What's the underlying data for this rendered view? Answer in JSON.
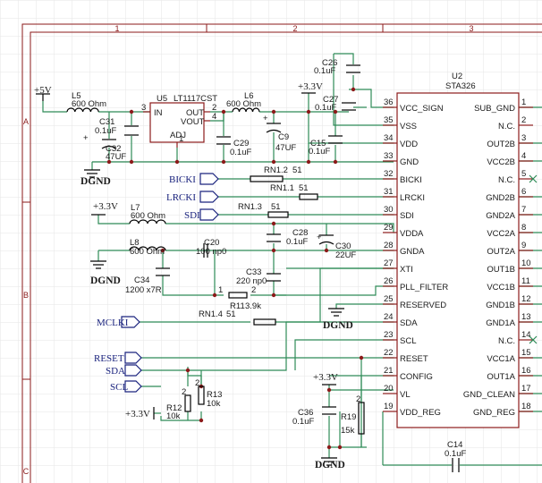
{
  "frame": {
    "columns": [
      "1",
      "2",
      "3"
    ],
    "rows": [
      "A",
      "B",
      "C"
    ]
  },
  "power": {
    "p5v": "+5V",
    "p33a": "+3.3V",
    "p33b": "+3.3V",
    "p33c": "+3.3V",
    "p33d": "+3.3V",
    "gnd": "DGND"
  },
  "ic_u2": {
    "ref": "U2",
    "part": "STA326",
    "left_pins": [
      {
        "num": "36",
        "name": "VCC_SIGN"
      },
      {
        "num": "35",
        "name": "VSS"
      },
      {
        "num": "34",
        "name": "VDD"
      },
      {
        "num": "33",
        "name": "GND"
      },
      {
        "num": "32",
        "name": "BICKI"
      },
      {
        "num": "31",
        "name": "LRCKI"
      },
      {
        "num": "30",
        "name": "SDI"
      },
      {
        "num": "29",
        "name": "VDDA"
      },
      {
        "num": "28",
        "name": "GNDA"
      },
      {
        "num": "27",
        "name": "XTI"
      },
      {
        "num": "26",
        "name": "PLL_FILTER"
      },
      {
        "num": "25",
        "name": "RESERVED"
      },
      {
        "num": "24",
        "name": "SDA"
      },
      {
        "num": "23",
        "name": "SCL"
      },
      {
        "num": "22",
        "name": "RESET"
      },
      {
        "num": "21",
        "name": "CONFIG"
      },
      {
        "num": "20",
        "name": "VL"
      },
      {
        "num": "19",
        "name": "VDD_REG"
      }
    ],
    "right_pins": [
      {
        "num": "1",
        "name": "SUB_GND"
      },
      {
        "num": "2",
        "name": "N.C."
      },
      {
        "num": "3",
        "name": "OUT2B"
      },
      {
        "num": "4",
        "name": "VCC2B"
      },
      {
        "num": "5",
        "name": "N.C."
      },
      {
        "num": "6",
        "name": "GND2B"
      },
      {
        "num": "7",
        "name": "GND2A"
      },
      {
        "num": "8",
        "name": "VCC2A"
      },
      {
        "num": "9",
        "name": "OUT2A"
      },
      {
        "num": "10",
        "name": "OUT1B"
      },
      {
        "num": "11",
        "name": "VCC1B"
      },
      {
        "num": "12",
        "name": "GND1B"
      },
      {
        "num": "13",
        "name": "GND1A"
      },
      {
        "num": "14",
        "name": "N.C."
      },
      {
        "num": "15",
        "name": "VCC1A"
      },
      {
        "num": "16",
        "name": "OUT1A"
      },
      {
        "num": "17",
        "name": "GND_CLEAN"
      },
      {
        "num": "18",
        "name": "GND_REG"
      }
    ]
  },
  "ic_u5": {
    "ref": "U5",
    "part": "LT1117CST",
    "pin_in": "IN",
    "pin_out": "OUT",
    "pin_vout": "VOUT",
    "pin_adj": "ADJ",
    "num_in": "3",
    "num_out": "2",
    "num_vout": "4",
    "num_adj": "1"
  },
  "parts": {
    "l5": {
      "ref": "L5",
      "val": "600 Ohm"
    },
    "l6": {
      "ref": "L6",
      "val": "600 Ohm"
    },
    "l7": {
      "ref": "L7",
      "val": "600 Ohm"
    },
    "l8": {
      "ref": "L8",
      "val": "600 Ohm"
    },
    "c26": {
      "ref": "C26",
      "val": "0.1uF"
    },
    "c27": {
      "ref": "C27",
      "val": "0.1uF"
    },
    "c31": {
      "ref": "C31",
      "val": "0.1uF"
    },
    "c32": {
      "ref": "C32",
      "val": "47UF"
    },
    "c29": {
      "ref": "C29",
      "val": "0.1uF"
    },
    "c9": {
      "ref": "C9",
      "val": "47UF"
    },
    "c15": {
      "ref": "C15",
      "val": "0.1uF"
    },
    "c28": {
      "ref": "C28",
      "val": "0.1uF"
    },
    "c30": {
      "ref": "C30",
      "val": "22UF"
    },
    "c20": {
      "ref": "C20",
      "val": "100 np0"
    },
    "c33": {
      "ref": "C33",
      "val": "220 np0"
    },
    "c34": {
      "ref": "C34",
      "val": "1200 x7R"
    },
    "c36": {
      "ref": "C36",
      "val": "0.1uF"
    },
    "c14": {
      "ref": "C14",
      "val": "0.1uF"
    },
    "rn12": {
      "ref": "RN1.2",
      "val": "51"
    },
    "rn11": {
      "ref": "RN1.1",
      "val": "51"
    },
    "rn13": {
      "ref": "RN1.3",
      "val": "51"
    },
    "rn14": {
      "ref": "RN1.4",
      "val": "51"
    },
    "r11": {
      "ref": "R11",
      "val": "3.9k"
    },
    "r12": {
      "ref": "R12",
      "val": "10k"
    },
    "r13": {
      "ref": "R13",
      "val": "10k"
    },
    "r19": {
      "ref": "R19",
      "val": "15k"
    }
  },
  "pinnums": {
    "one": "1",
    "two": "2"
  },
  "nets": {
    "bicki": "BICKI",
    "lrcki": "LRCKI",
    "sdi": "SDI",
    "mclki": "MCLKI",
    "reset": "RESET",
    "sda": "SDA",
    "scl": "SCL"
  }
}
